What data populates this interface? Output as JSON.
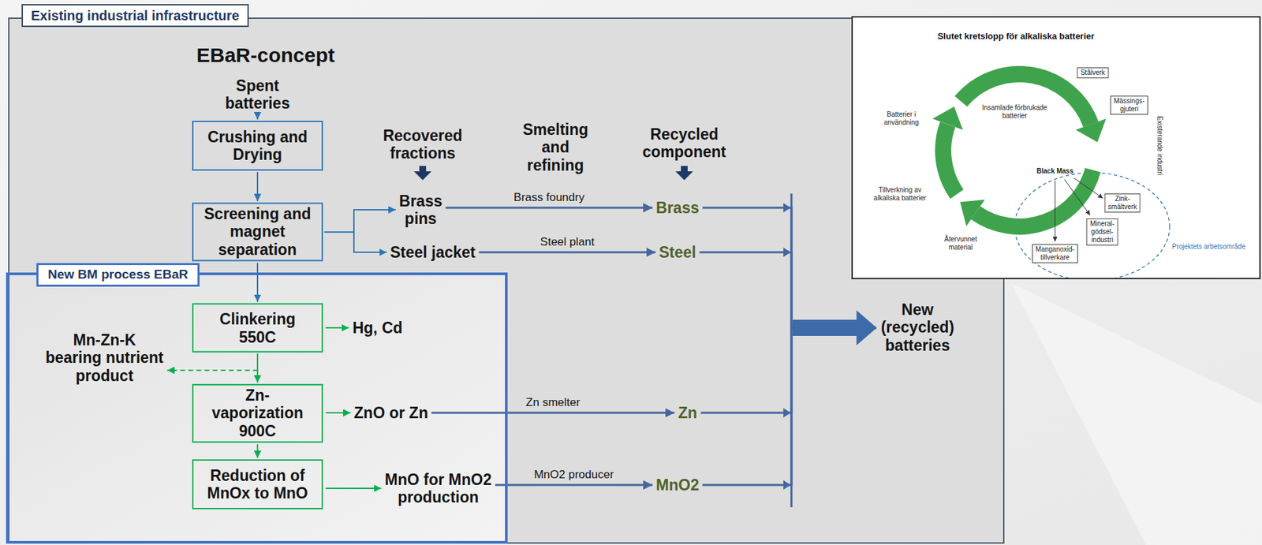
{
  "diagram": {
    "title": "EBaR-concept",
    "nodes": [
      {
        "text": [
          "Existing industrial infrastructure"
        ]
      },
      {
        "text": [
          "Spent batteries"
        ],
        "in": 0
      },
      {
        "text": [
          "Crushing and Drying"
        ],
        "in": 0
      },
      {
        "text": [
          "Screening and magnet separation"
        ],
        "in": 0
      },
      {
        "text": [
          "Brass pins"
        ],
        "in": 0
      },
      {
        "text": [
          "Steel jacket"
        ],
        "in": 0
      },
      {
        "text": [
          "Brass"
        ],
        "in": 0
      },
      {
        "text": [
          "Steel"
        ],
        "in": 0
      },
      {
        "text": [
          "New (recycled) batteries"
        ],
        "in": 0
      },
      {
        "text": [
          "New BM process EBaR"
        ],
        "in": 0
      },
      {
        "text": [
          "Clinkering 550C"
        ],
        "in": 9
      },
      {
        "text": [
          "Hg, Cd"
        ],
        "in": 9
      },
      {
        "text": [
          "Mn-Zn-K bearing nutrient product"
        ],
        "in": 9
      },
      {
        "text": [
          "Zn-vaporization 900C"
        ],
        "in": 9
      },
      {
        "text": [
          "ZnO or Zn"
        ],
        "in": 9
      },
      {
        "text": [
          "Reduction of MnOx to MnO"
        ],
        "in": 9
      },
      {
        "text": [
          "MnO for MnO2 production"
        ],
        "in": 9
      },
      {
        "text": [
          "Zn"
        ],
        "in": 0
      },
      {
        "text": [
          "MnO2"
        ],
        "in": 0
      },
      {
        "text": [
          "Slutet kretslopp för alkaliska batterier"
        ]
      },
      {
        "text": [
          "Stålverk"
        ],
        "in": 19
      },
      {
        "text": [
          "Mässings-gjuteri"
        ],
        "in": 19
      },
      {
        "text": [
          "Zink-smältverk"
        ],
        "in": 19
      },
      {
        "text": [
          "Mineral-gödsel-industri"
        ],
        "in": 19
      },
      {
        "text": [
          "Manganoxid-tillverkare"
        ],
        "in": 19
      }
    ],
    "edges": [
      {
        "from": 1,
        "to": 2,
        "arrow": "to"
      },
      {
        "from": 2,
        "to": 3,
        "arrow": "to"
      },
      {
        "from": 3,
        "to": 4,
        "arrow": "to"
      },
      {
        "from": 3,
        "to": 5,
        "arrow": "to"
      },
      {
        "from": 3,
        "to": 10,
        "arrow": "to"
      },
      {
        "from": 4,
        "to": 6,
        "label": "Brass foundry",
        "arrow": "to"
      },
      {
        "from": 5,
        "to": 7,
        "label": "Steel plant",
        "arrow": "to"
      },
      {
        "from": 6,
        "to": 8,
        "arrow": "to"
      },
      {
        "from": 7,
        "to": 8,
        "arrow": "to"
      },
      {
        "from": 10,
        "to": 11,
        "arrow": "to"
      },
      {
        "from": 10,
        "to": 12,
        "arrow": "to"
      },
      {
        "from": 10,
        "to": 13,
        "arrow": "to"
      },
      {
        "from": 13,
        "to": 14,
        "arrow": "to"
      },
      {
        "from": 13,
        "to": 15,
        "arrow": "to"
      },
      {
        "from": 15,
        "to": 16,
        "arrow": "to"
      },
      {
        "from": 14,
        "to": 17,
        "label": "Zn smelter",
        "arrow": "to"
      },
      {
        "from": 16,
        "to": 18,
        "label": "MnO2 producer",
        "arrow": "to"
      },
      {
        "from": 17,
        "to": 8,
        "arrow": "to"
      },
      {
        "from": 18,
        "to": 8,
        "arrow": "to"
      }
    ],
    "labels": [
      "Recovered fractions",
      "Smelting and refining",
      "Recycled component",
      "Insamlade förbrukade batterier",
      "Batterier i användning",
      "Existerande industri",
      "Black Mass",
      "Tillverkning av alkaliska batterier",
      "Återvunnet material",
      "Projektets arbetsområde"
    ]
  }
}
